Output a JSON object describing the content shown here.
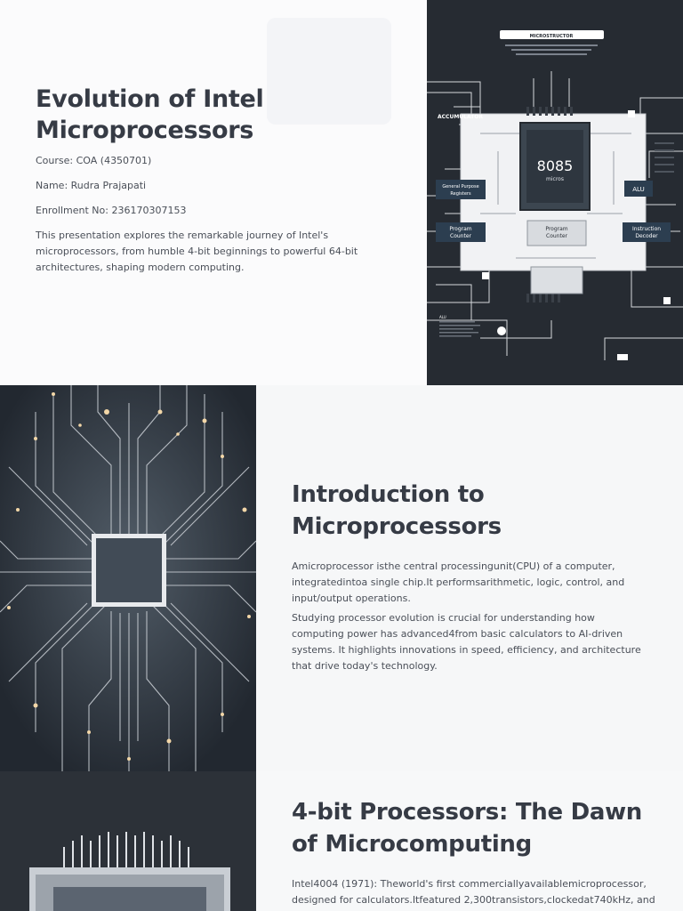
{
  "slide1": {
    "title": "Evolution of Intel Microprocessors",
    "course": "Course: COA (4350701)",
    "name": "Name: Rudra Prajapati",
    "enrollment": "Enrollment No: 236170307153",
    "description": "This presentation explores the remarkable journey of Intel's microprocessors, from humble 4-bit beginnings to powerful 64-bit architectures, shaping modern computing.",
    "diagram": {
      "header": "MICROSTRUCTOR",
      "chip_label": "8085",
      "chip_sub": "micros",
      "blocks": {
        "accumulator": "ACCUMULATOR",
        "gpr_line1": "General Purpose",
        "gpr_line2": "Registers",
        "alu": "ALU",
        "pc_left_line1": "Program",
        "pc_left_line2": "Counter",
        "pc_center_line1": "Program",
        "pc_center_line2": "Counter",
        "id_line1": "Instruction",
        "id_line2": "Decoder",
        "alu_small": "ALU"
      }
    }
  },
  "slide2": {
    "title": "Introduction to Microprocessors",
    "para1": "Amicroprocessor isthe central processingunit(CPU) of a computer, integratedintoa single chip.It performsarithmetic, logic, control, and input/output operations.",
    "para2": "Studying processor evolution is crucial for understanding how computing power has advanced4from basic calculators to AI-driven systems. It highlights innovations in speed, efficiency, and architecture that drive today's technology."
  },
  "slide3": {
    "title": "4-bit Processors: The Dawn of Microcomputing",
    "para1": "Intel4004 (1971): Theworld's first commerciallyavailablemicroprocessor, designed for calculators.Itfeatured 2,300transistors,clockedat740kHz, and"
  },
  "colors": {
    "title": "#363b45",
    "text": "#4a4f58",
    "dark_panel": "#262b32",
    "trace": "#c9cdd2",
    "spark": "#f3d7a8"
  }
}
